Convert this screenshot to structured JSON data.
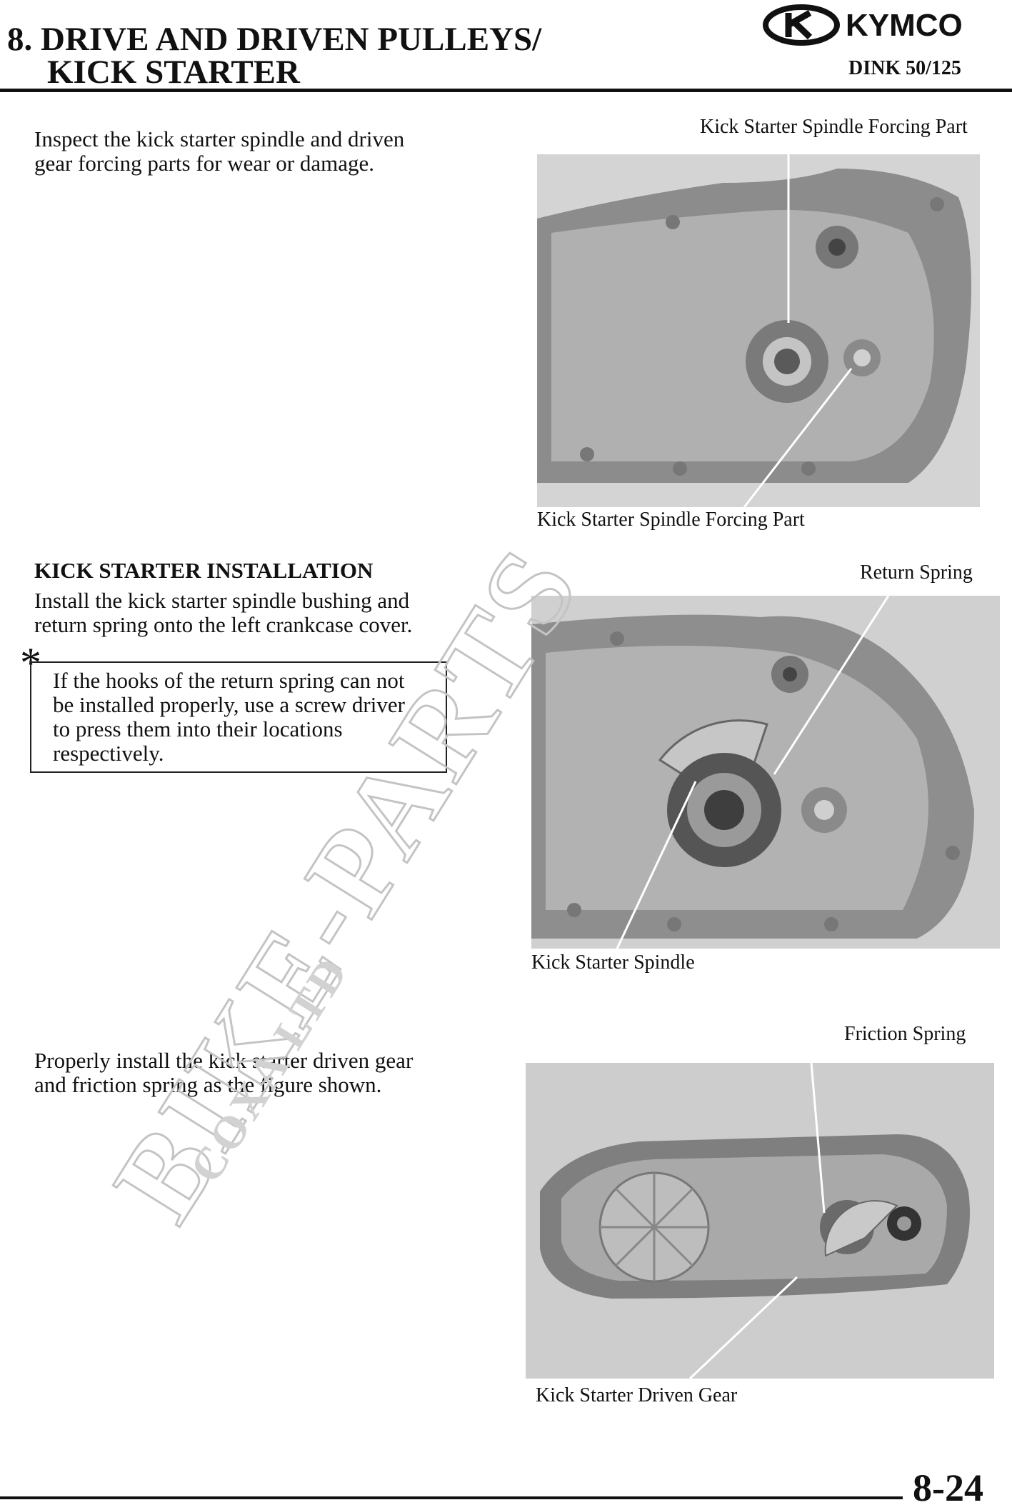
{
  "header": {
    "title_line1": "8. DRIVE AND DRIVEN PULLEYS/",
    "title_line2": "KICK STARTER",
    "brand": "KYMCO",
    "model": "DINK 50/125"
  },
  "section1": {
    "text_line1": "Inspect the kick starter spindle and driven",
    "text_line2": "gear forcing parts for wear or damage.",
    "caption_top": "Kick Starter Spindle Forcing Part",
    "caption_bottom": "Kick Starter Spindle Forcing Part"
  },
  "section2": {
    "heading": "KICK STARTER INSTALLATION",
    "text_line1": "Install the kick starter spindle bushing and",
    "text_line2": "return spring onto the left crankcase cover.",
    "note_marker": "*",
    "note_lines": [
      "If the hooks of the return spring can not",
      "be installed properly, use a screw driver",
      "to press them into their locations",
      "respectively."
    ],
    "caption_top": "Return Spring",
    "caption_bottom": "Kick Starter Spindle"
  },
  "section3": {
    "text_line1": "Properly install the kick starter driven gear",
    "text_line2": "and friction spring as the figure shown.",
    "caption_top": "Friction Spring",
    "caption_bottom": "Kick Starter Driven Gear"
  },
  "watermark": {
    "main": "BIKE-PARTS",
    "sub": "COXA LTD"
  },
  "footer": {
    "page_number": "8-24"
  },
  "colors": {
    "text": "#111111",
    "photo_bg": "#cfcfcf",
    "metal": "#9a9a9a",
    "watermark": "#c8c8c8"
  }
}
